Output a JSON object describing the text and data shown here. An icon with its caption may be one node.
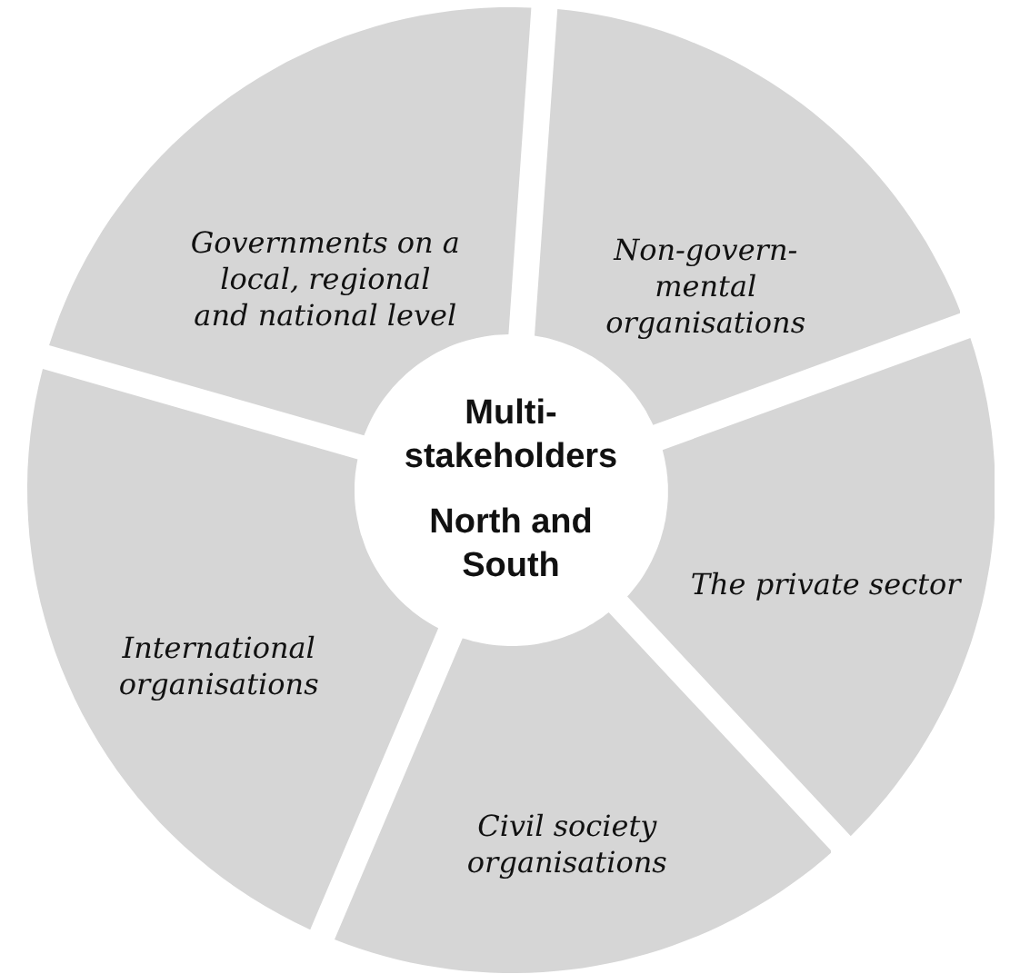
{
  "diagram": {
    "nodes": [
      {
        "text": [
          "Governments on a local, regional and national level"
        ]
      },
      {
        "text": [
          "Non-govern- mental organisations"
        ]
      },
      {
        "text": [
          "Multi- stakeholders",
          "North and South"
        ]
      },
      {
        "text": [
          "International organisations"
        ]
      },
      {
        "text": [
          "The private sector"
        ]
      },
      {
        "text": [
          "Civil society organisations"
        ]
      }
    ],
    "edges": []
  }
}
